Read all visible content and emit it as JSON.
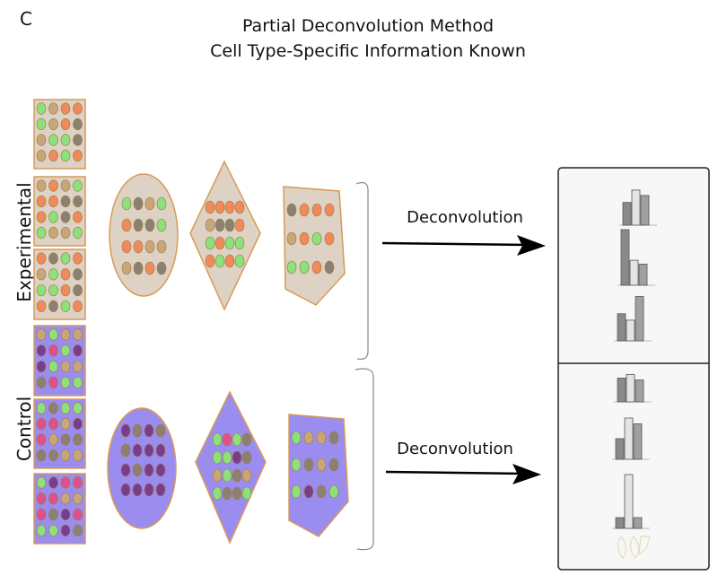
{
  "panel_letter": "C",
  "title_line1": "Partial Deconvolution Method",
  "title_line2": "Cell Type-Specific Information Known",
  "group_experimental": "Experimental",
  "group_control": "Control",
  "arrow_experimental_label": "Deconvolution",
  "arrow_control_label": "Deconvolution",
  "colors": {
    "cell_orange": "#f08a5a",
    "cell_green": "#8ee07a",
    "cell_tan": "#c9a678",
    "cell_gray": "#8c8170",
    "cell_purple": "#7a3d8c",
    "cell_pink": "#e0508a",
    "exp_background": "#ddd2c4",
    "ctrl_background": "#9b8cf0",
    "outline": "#d89a55",
    "bar_dark": "#8a8a8a",
    "bar_light": "#e4e4e4",
    "bar_mid": "#a0a0a0"
  },
  "result_bars": {
    "experimental": [
      [
        0.55,
        0.85,
        0.72
      ],
      [
        1.0,
        0.45,
        0.38
      ],
      [
        0.55,
        0.42,
        0.9
      ]
    ],
    "control": [
      [
        0.78,
        0.9,
        0.72
      ],
      [
        0.5,
        1.0,
        0.86
      ],
      [
        0.2,
        1.0,
        0.2
      ]
    ]
  }
}
